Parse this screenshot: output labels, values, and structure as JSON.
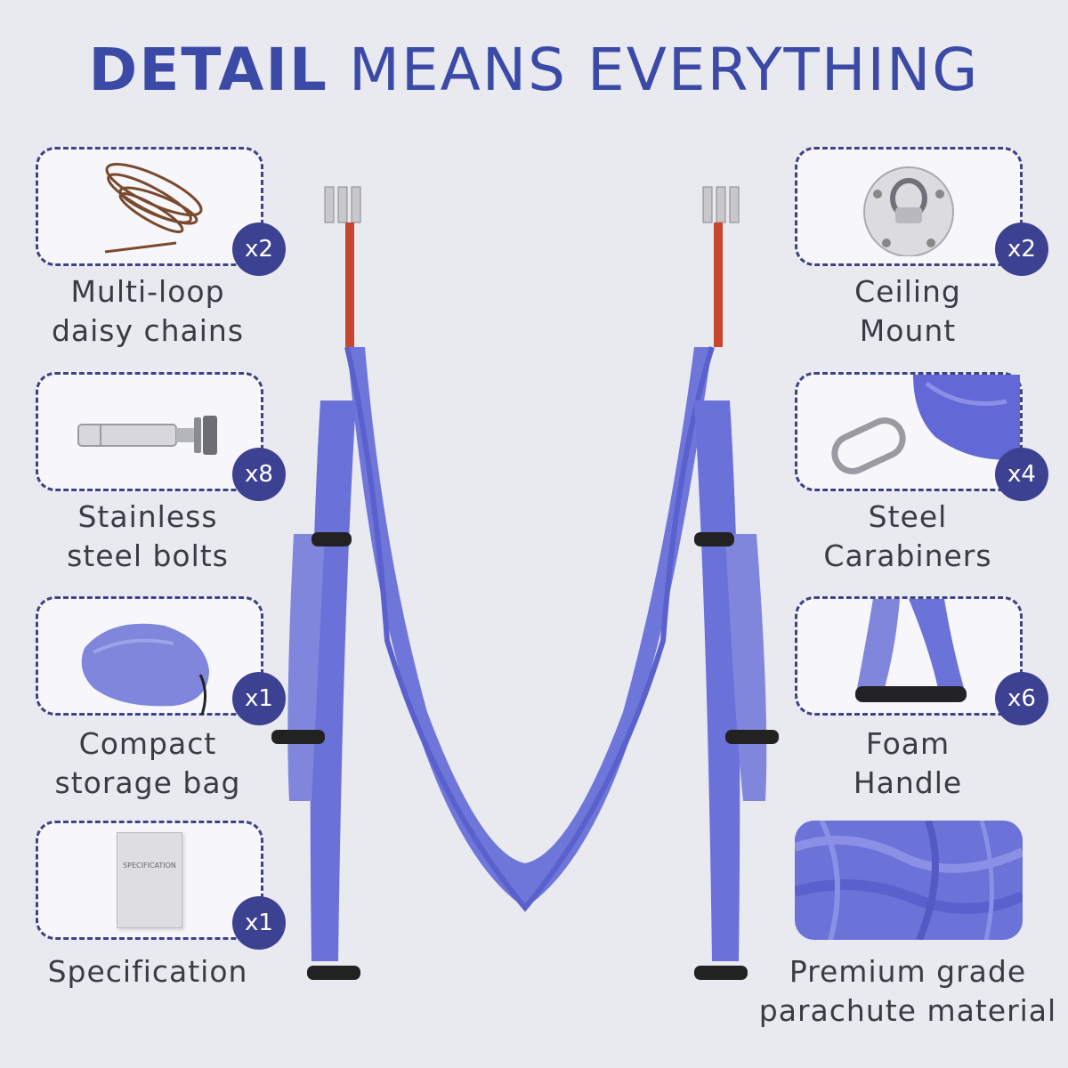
{
  "title": {
    "bold": "DETAIL",
    "light": "MEANS EVERYTHING"
  },
  "items": [
    {
      "name": "daisy-chains",
      "badge": "x2",
      "label": [
        "Multi-loop",
        "daisy chains"
      ]
    },
    {
      "name": "steel-bolts",
      "badge": "x8",
      "label": [
        "Stainless",
        "steel bolts"
      ]
    },
    {
      "name": "storage-bag",
      "badge": "x1",
      "label": [
        "Compact",
        "storage bag"
      ]
    },
    {
      "name": "specification",
      "badge": "x1",
      "label": [
        "Specification"
      ]
    },
    {
      "name": "ceiling-mount",
      "badge": "x2",
      "label": [
        "Ceiling",
        "Mount"
      ]
    },
    {
      "name": "carabiners",
      "badge": "x4",
      "label": [
        "Steel",
        "Carabiners"
      ]
    },
    {
      "name": "foam-handle",
      "badge": "x6",
      "label": [
        "Foam",
        "Handle"
      ]
    },
    {
      "name": "parachute-material",
      "label": [
        "Premium grade",
        "parachute material"
      ]
    }
  ],
  "spec_sheet_text": "SPECIFICATION",
  "colors": {
    "accent": "#3d4191",
    "title": "#3b4aa6",
    "fabric": "#7b83e0",
    "fabric_dark": "#5a5fce"
  }
}
